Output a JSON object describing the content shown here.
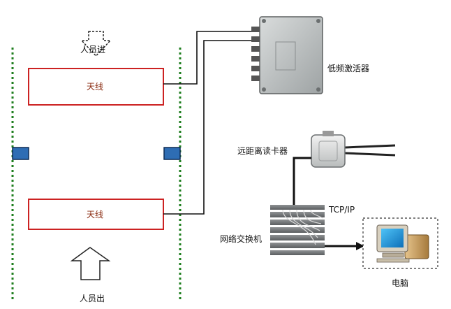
{
  "labels": {
    "people_in": "人员进",
    "people_out": "人员出",
    "antenna_top": "天线",
    "antenna_bottom": "天线",
    "activator": "低频激活器",
    "reader": "远距离读卡器",
    "protocol": "TCP/IP",
    "switch": "网络交换机",
    "computer": "电脑"
  },
  "colors": {
    "lane_line": "#1e7e1e",
    "antenna_border": "#cc2222",
    "antenna_text": "#8a2b10",
    "sensor": "#2e6db4",
    "cable": "#111111"
  }
}
